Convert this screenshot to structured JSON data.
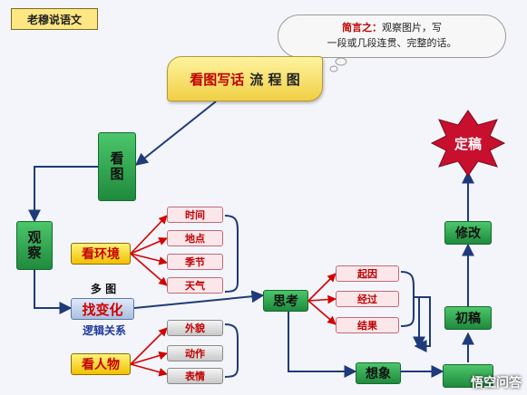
{
  "brand": "老穆说语文",
  "tip": {
    "lead": "简言之：",
    "line1": "观察图片，写",
    "line2": "一段或几段连贯、完整的话。"
  },
  "title": {
    "part1": "看图写话",
    "part2": "流 程 图"
  },
  "nodes": {
    "look": "看图",
    "observe": "观察",
    "env": "看环境",
    "people": "看人物",
    "change": "找变化",
    "multi": "多 图",
    "logic": "逻辑关系",
    "think": "思考",
    "imagine": "想象",
    "draft": "初稿",
    "revise": "修改",
    "final": "定稿"
  },
  "env_items": [
    "时间",
    "地点",
    "季节",
    "天气"
  ],
  "people_items": [
    "外貌",
    "动作",
    "表情"
  ],
  "think_items": [
    "起因",
    "经过",
    "结果"
  ],
  "watermark": "悟空问答",
  "colors": {
    "arrow": "#1f3a7a",
    "red_arrow": "#d40000"
  }
}
